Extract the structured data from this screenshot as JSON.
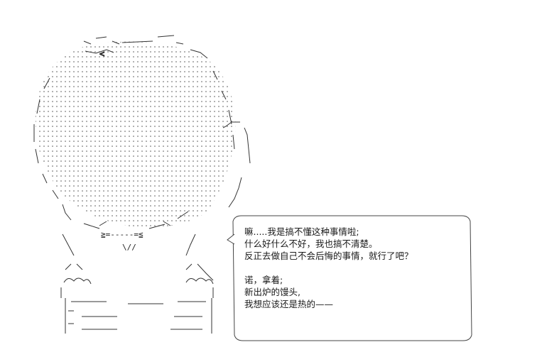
{
  "colors": {
    "background": "#ffffff",
    "ink": "#222222",
    "dot_fill": "#555555"
  },
  "art": {
    "face_text": "≧=-----=≦",
    "mouth_text": "\\//"
  },
  "bubble": {
    "lines": [
      "嘛.....我是搞不懂这种事情啦;",
      "什么好什么不好，我也搞不清楚。",
      "反正去做自己不会后悔的事情，就行了吧？",
      "",
      "诺，拿着;",
      "新出炉的馒头,",
      "我想应该还是热的——"
    ]
  }
}
